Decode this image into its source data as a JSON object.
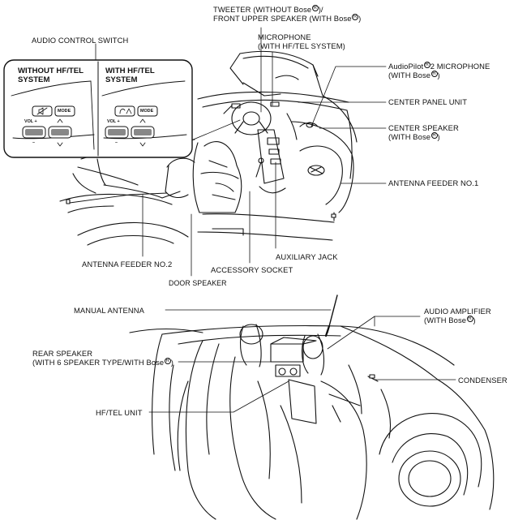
{
  "labels": {
    "tweeter_l1": "TWEETER (WITHOUT Bose",
    "tweeter_l1_tail": ")/",
    "tweeter_l2": "FRONT UPPER SPEAKER (WITH Bose",
    "tweeter_l2_tail": ")",
    "audio_control_switch": "AUDIO CONTROL SWITCH",
    "microphone_l1": "MICROPHONE",
    "microphone_l2": "(WITH HF/TEL SYSTEM)",
    "audiopilot_l1": "AudioPilot",
    "audiopilot_l1_tail": "2 MICROPHONE",
    "audiopilot_l2": "(WITH Bose",
    "audiopilot_l2_tail": ")",
    "center_panel_unit": "CENTER PANEL UNIT",
    "center_speaker_l1": "CENTER SPEAKER",
    "center_speaker_l2": "(WITH Bose",
    "center_speaker_l2_tail": ")",
    "antenna_feeder_1": "ANTENNA FEEDER NO.1",
    "antenna_feeder_2": "ANTENNA FEEDER NO.2",
    "auxiliary_jack": "AUXILIARY JACK",
    "accessory_socket": "ACCESSORY SOCKET",
    "door_speaker": "DOOR SPEAKER",
    "manual_antenna": "MANUAL ANTENNA",
    "audio_amplifier_l1": "AUDIO AMPLIFIER",
    "audio_amplifier_l2": "(WITH Bose",
    "audio_amplifier_l2_tail": ")",
    "rear_speaker_l1": "REAR SPEAKER",
    "rear_speaker_l2": "(WITH 6 SPEAKER TYPE/WITH Bose",
    "rear_speaker_l2_tail": ")",
    "condenser": "CONDENSER",
    "hftel_unit": "HF/TEL UNIT",
    "registered_mark": "R"
  },
  "switch_box": {
    "left_title_l1": "WITHOUT HF/TEL",
    "left_title_l2": "SYSTEM",
    "right_title_l1": "WITH HF/TEL",
    "right_title_l2": "SYSTEM",
    "mode": "MODE",
    "vol_plus": "VOL +",
    "minus": "–"
  }
}
